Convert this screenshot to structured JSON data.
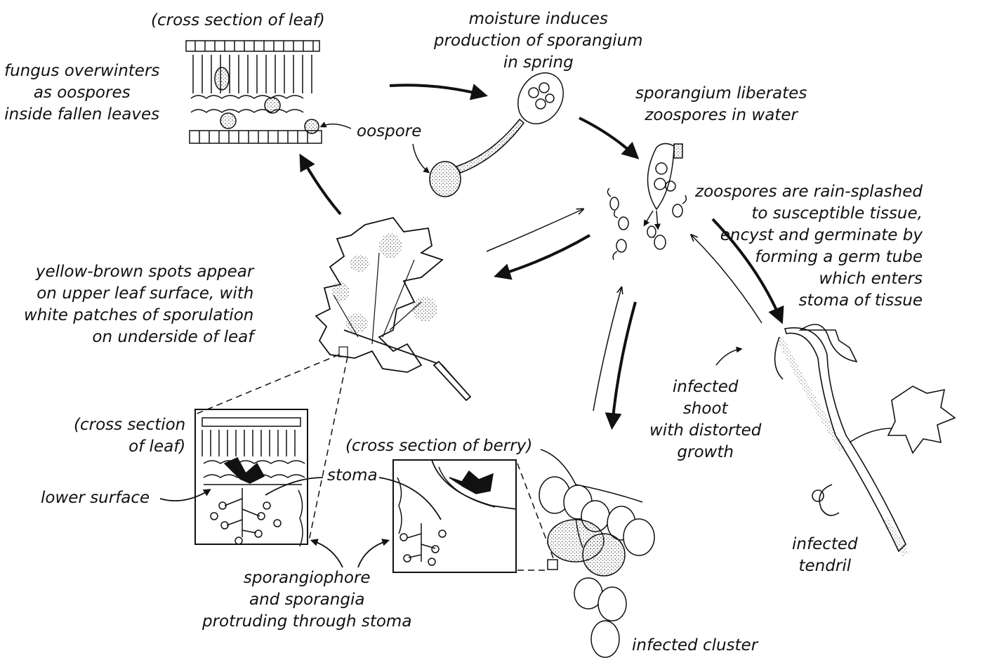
{
  "labels": {
    "cross_section_leaf_top": "(cross section of leaf)",
    "overwinter": [
      "fungus overwinters",
      "as oospores",
      "inside fallen leaves"
    ],
    "oospore": "oospore",
    "moisture": [
      "moisture induces",
      "production of sporangium",
      "in spring"
    ],
    "sporangium_liberates": [
      "sporangium liberates",
      "zoospores in water"
    ],
    "zoospores_splashed": [
      "zoospores are rain-splashed",
      "to susceptible tissue,",
      "encyst and germinate by",
      "forming a germ tube",
      "which enters",
      "stoma of tissue"
    ],
    "yellow_spots": [
      "yellow-brown spots appear",
      "on upper leaf surface, with",
      "white patches of sporulation",
      "on underside of leaf"
    ],
    "cross_section_leaf_bottom": [
      "(cross section",
      "of leaf)"
    ],
    "lower_surface": "lower surface",
    "stoma": "stoma",
    "cross_section_berry": "(cross section of berry)",
    "sporangiophore": [
      "sporangiophore",
      "and sporangia",
      "protruding through stoma"
    ],
    "infected_shoot": [
      "infected",
      "shoot",
      "with distorted",
      "growth"
    ],
    "infected_tendril": [
      "infected",
      "tendril"
    ],
    "infected_cluster": "infected cluster"
  },
  "colors": {
    "ink": "#111111",
    "stipple": "#555555",
    "background": "#ffffff"
  }
}
